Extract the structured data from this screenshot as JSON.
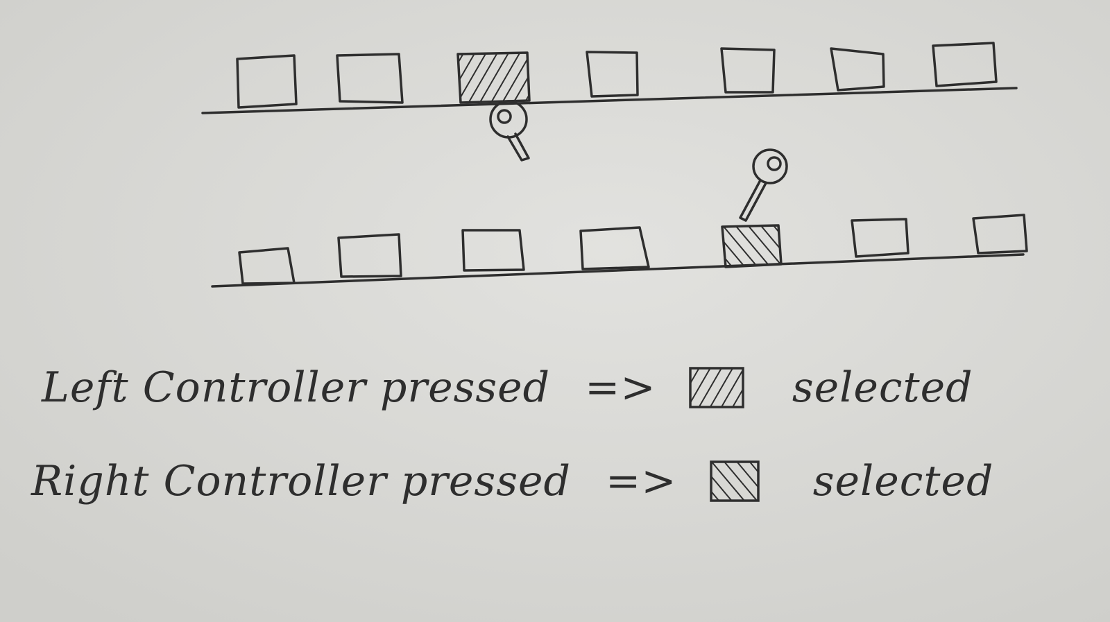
{
  "diagram": {
    "rows": [
      {
        "id": "row-left",
        "item_count": 7,
        "selected_index": 2,
        "selected_by": "left"
      },
      {
        "id": "row-right",
        "item_count": 7,
        "selected_index": 4,
        "selected_by": "right"
      }
    ],
    "hatch_styles": {
      "left": "forward-diagonal",
      "right": "backward-diagonal"
    },
    "icons": [
      "pin-pointer-icon"
    ],
    "colors": {
      "paper": "#d9d9d6",
      "ink": "#2e2e2e"
    }
  },
  "legend": [
    {
      "label": "Left Controller pressed",
      "arrow": "=>",
      "hatch": "left",
      "result": "selected"
    },
    {
      "label": "Right Controller pressed",
      "arrow": "=>",
      "hatch": "right",
      "result": "selected"
    }
  ]
}
